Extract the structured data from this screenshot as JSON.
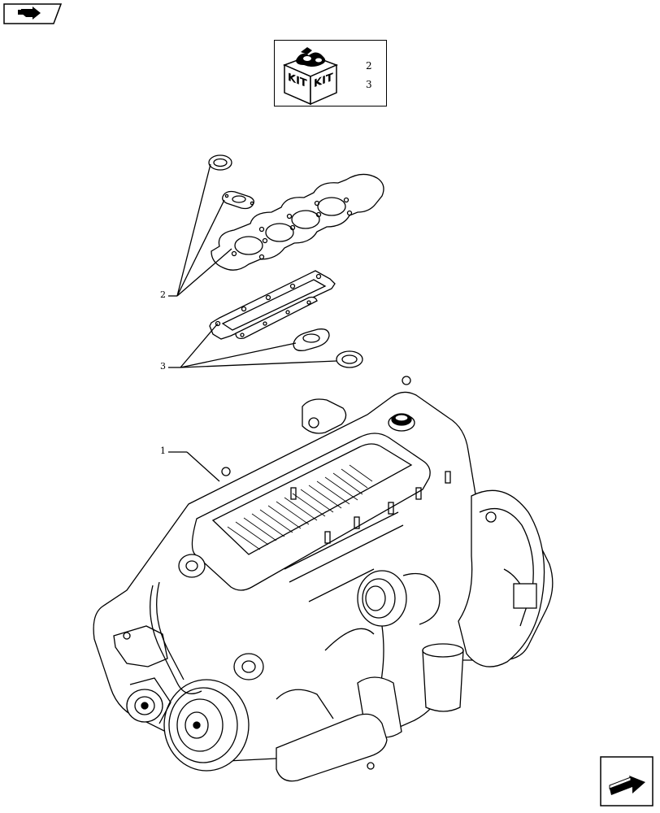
{
  "nav": {
    "top_icon": "previous-page-arrow-icon",
    "bottom_icon": "next-page-arrow-icon"
  },
  "kit": {
    "label_left": "KIT",
    "label_right": "KIT",
    "items": [
      "2",
      "3"
    ]
  },
  "callouts": [
    {
      "label": "2",
      "ref": "gasket-set-upper"
    },
    {
      "label": "3",
      "ref": "gasket-set-lower"
    },
    {
      "label": "1",
      "ref": "engine"
    }
  ]
}
